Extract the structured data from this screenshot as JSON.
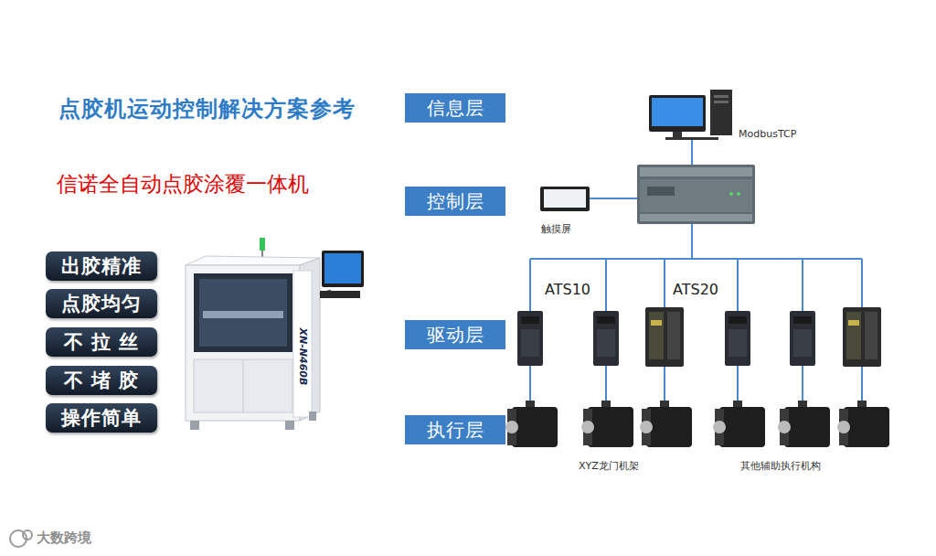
{
  "diagram": {
    "title": "点胶机运动控制解决方案参考",
    "nodes": [
      {
        "text": [
          "出胶精准"
        ]
      },
      {
        "text": [
          "点胶均匀"
        ]
      },
      {
        "text": [
          "不 拉 丝"
        ]
      },
      {
        "text": [
          "不 堵 胶"
        ]
      },
      {
        "text": [
          "操作简单"
        ]
      },
      {
        "text": [
          "信息层"
        ]
      },
      {
        "text": [
          "控制层"
        ]
      },
      {
        "text": [
          "驱动层"
        ]
      },
      {
        "text": [
          "执行层"
        ]
      }
    ],
    "labels": [
      "信诺全自动点胶涂覆一体机",
      "XN-N460B",
      "ModbusTCP",
      "触摸屏",
      "ATS10",
      "ATS20",
      "XYZ龙门机架",
      "其他辅助执行机构",
      "大数跨境"
    ]
  }
}
